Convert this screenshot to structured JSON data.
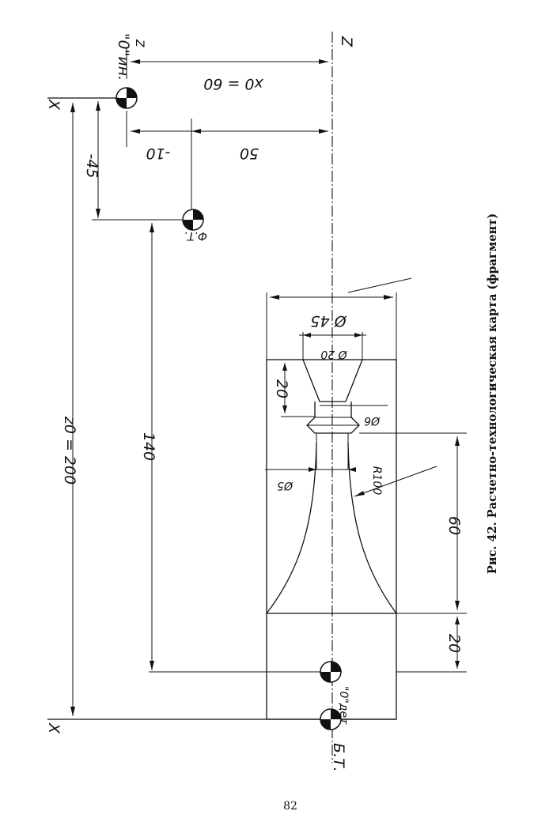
{
  "labels": {
    "axis_z_top": "Z",
    "axis_x_top": "X",
    "axis_x_bottom": "X",
    "origin_tool": "\"0\"ин.",
    "origin_part": "\"0\"дет",
    "point_ft": "Ф.Т.",
    "point_bt": "Б.Т."
  },
  "dimensions": {
    "x0": "x0 = 60",
    "z50": "50",
    "z10": "-10",
    "x45": "-45",
    "z0": "z0 = 200",
    "z140": "140",
    "d45": "Ø 45",
    "d20": "Ø 20",
    "d6": "Ø6",
    "d5": "Ø5",
    "r100": "R100",
    "l20a": "20",
    "l60": "60",
    "l20b": "20"
  },
  "caption": "Рис. 42. Расчетно-технологическая карта (фрагмент)",
  "page_number": "82"
}
